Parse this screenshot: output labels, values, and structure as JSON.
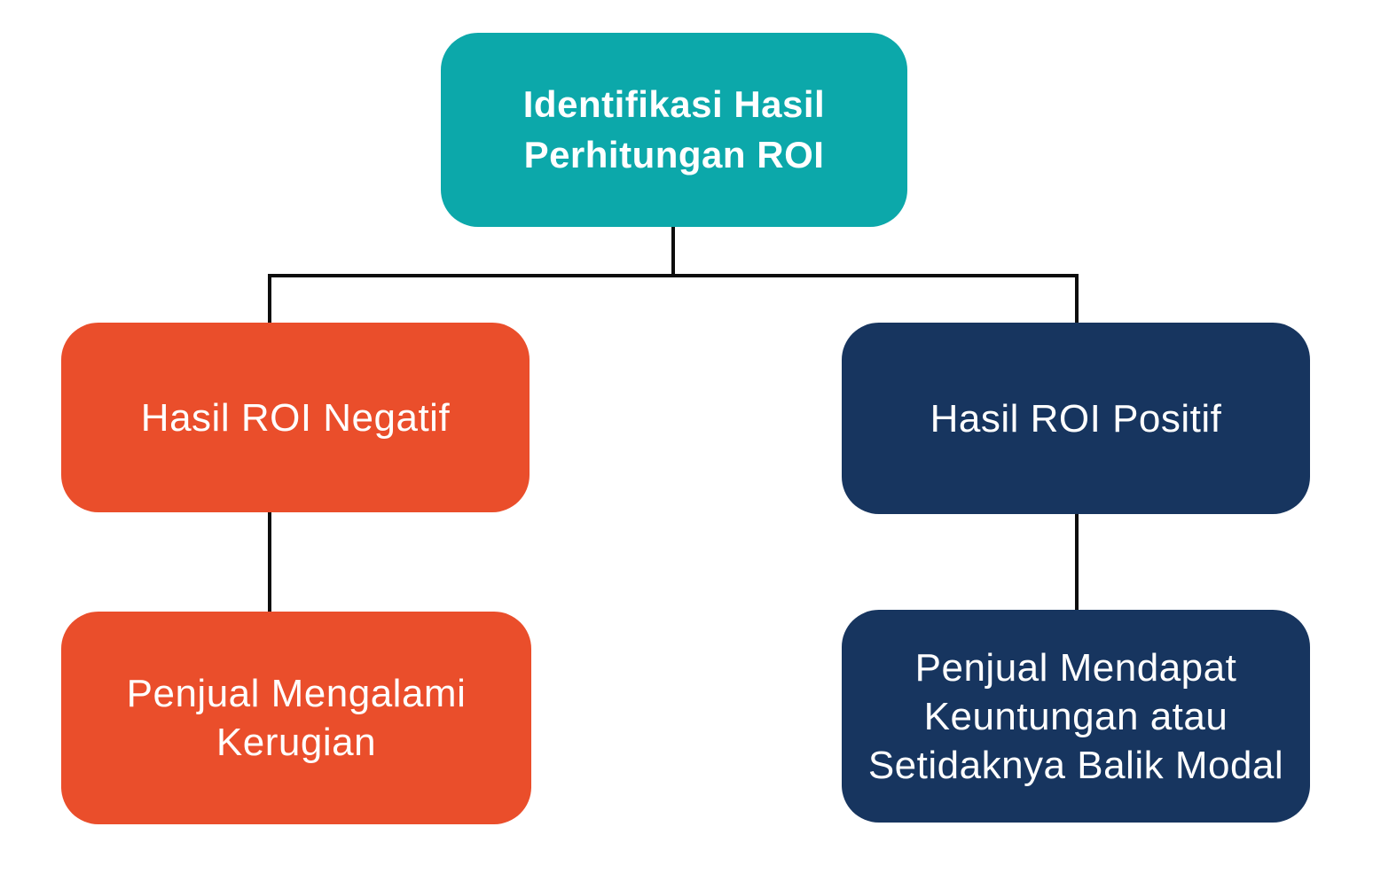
{
  "colors": {
    "teal": "#0ca8aa",
    "orange": "#ea4e2b",
    "navy": "#17355f",
    "connector": "#0d0d0d",
    "text": "#ffffff",
    "background": "#ffffff"
  },
  "flowchart": {
    "root": {
      "label": "Identifikasi Hasil\nPerhitungan ROI",
      "color": "#0ca8aa"
    },
    "branches": {
      "negative": {
        "result": {
          "label": "Hasil ROI Negatif",
          "color": "#ea4e2b"
        },
        "outcome": {
          "label": "Penjual Mengalami\nKerugian",
          "color": "#ea4e2b"
        }
      },
      "positive": {
        "result": {
          "label": "Hasil ROI Positif",
          "color": "#17355f"
        },
        "outcome": {
          "label": "Penjual Mendapat\nKeuntungan atau\nSetidaknya Balik Modal",
          "color": "#17355f"
        }
      }
    }
  }
}
